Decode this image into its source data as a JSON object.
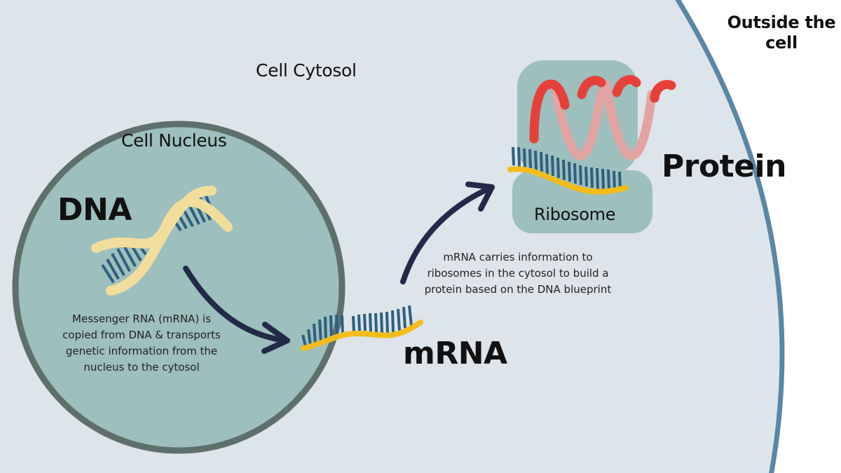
{
  "labels": {
    "outside_cell_line1": "Outside the",
    "outside_cell_line2": "cell",
    "cytosol": "Cell Cytosol",
    "nucleus": "Cell Nucleus",
    "dna": "DNA",
    "mrna": "mRNA",
    "protein": "Protein",
    "ribosome": "Ribosome"
  },
  "captions": {
    "transcription": [
      "Messenger RNA (mRNA) is",
      "copied from DNA &  transports",
      "genetic  information  from the",
      "nucleus to the cytosol"
    ],
    "translation": [
      "mRNA carries information to",
      "ribosomes in the cytosol to build a",
      "protein based on the DNA blueprint"
    ]
  },
  "colors": {
    "cytosol_fill": "#dde4ea",
    "membrane": "#5b86a4",
    "nucleus_fill": "#9dbfbd",
    "nucleus_border": "#5f706c",
    "ribosome_fill": "#9dbfbd",
    "dna_strand": "#f3dd9d",
    "base_pairs": "#2e5f7f",
    "mrna_strand": "#f2bc1b",
    "arrow": "#222a48",
    "protein_front": "#e5413a",
    "protein_back": "#e2a3a3"
  }
}
